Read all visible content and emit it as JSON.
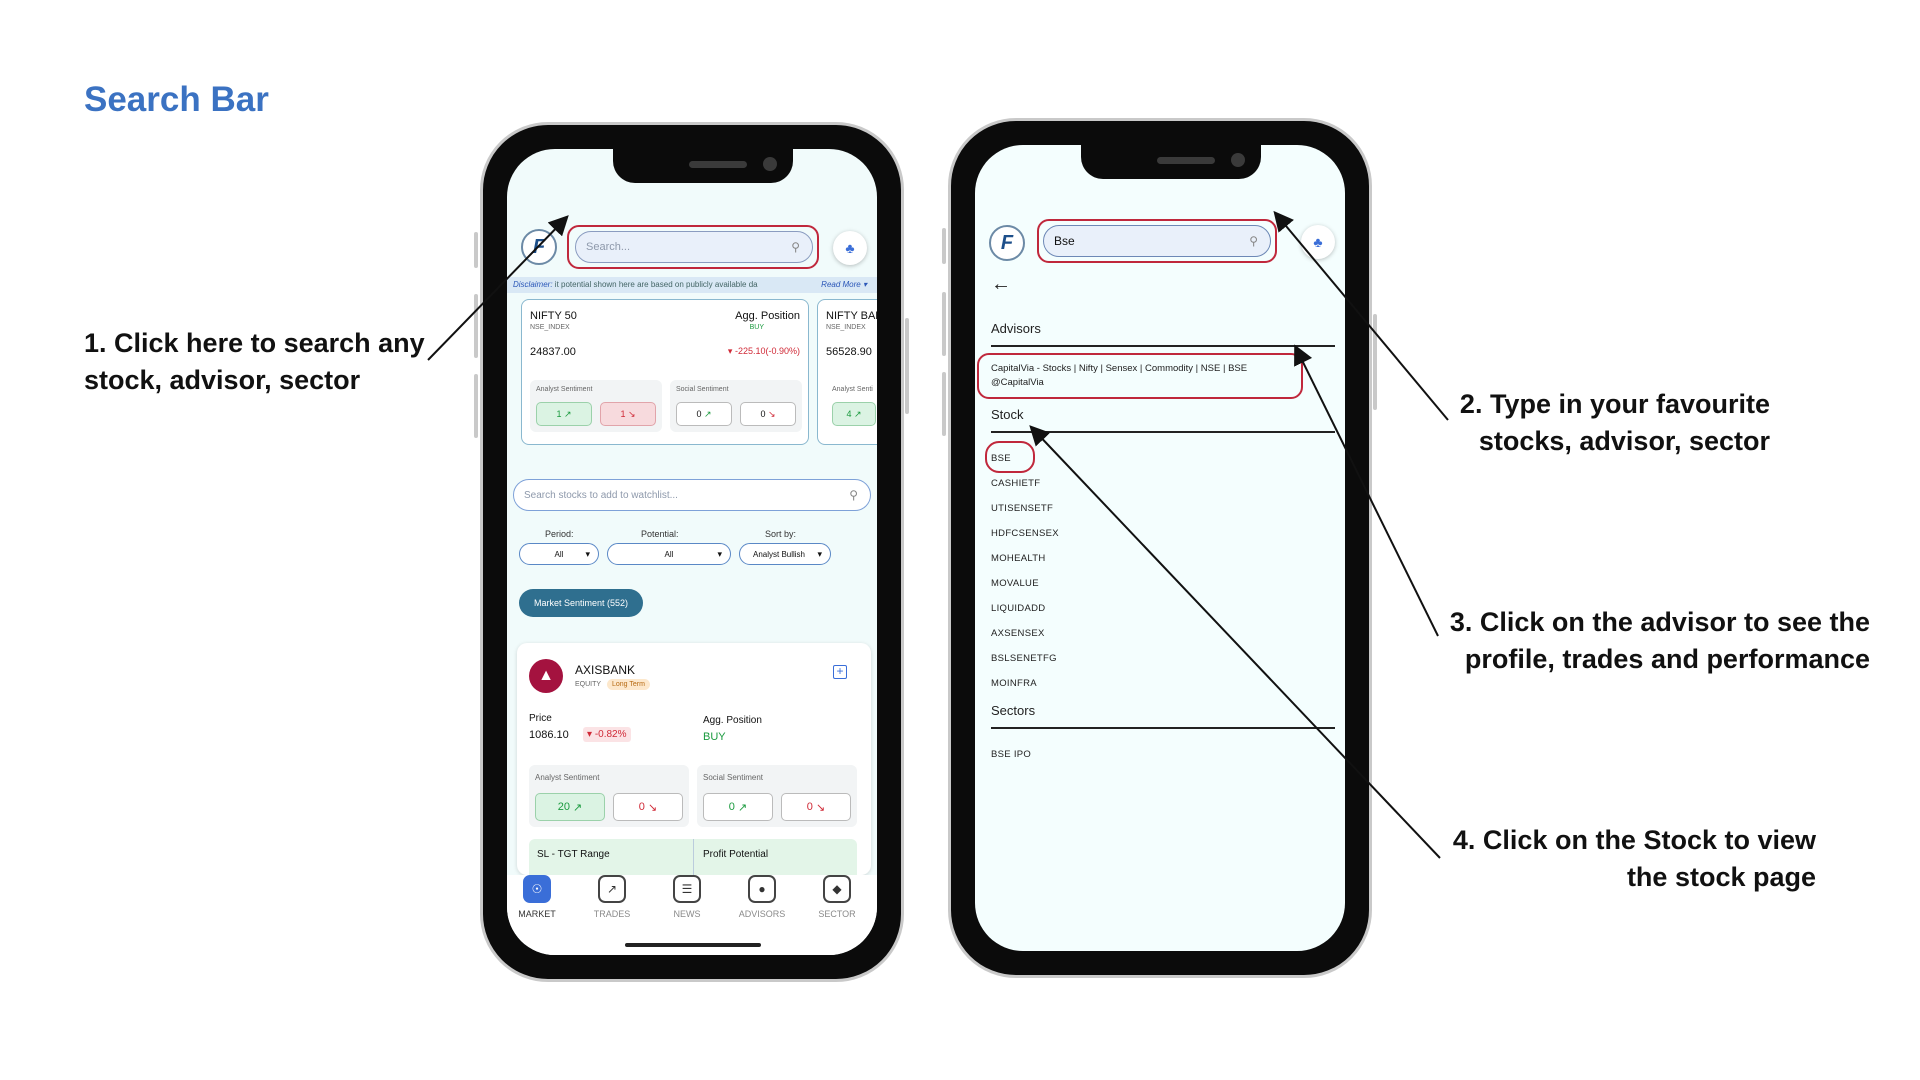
{
  "page_title": "Search Bar",
  "annotations": {
    "a1": [
      "1. Click here to search any",
      "stock, advisor, sector"
    ],
    "a2": [
      "2. Type in your favourite",
      "stocks, advisor, sector"
    ],
    "a3": [
      "3. Click on the advisor to see the",
      "profile, trades and performance"
    ],
    "a4": [
      "4. Click on the Stock to view",
      "the stock page"
    ]
  },
  "phone1": {
    "search_placeholder": "Search...",
    "disclaimer_label": "Disclaimer:",
    "disclaimer_text": "it potential shown here are based on publicly available da",
    "read_more": "Read More",
    "index_cards": [
      {
        "name": "NIFTY 50",
        "sub": "NSE_INDEX",
        "value": "24837.00",
        "agg_label": "Agg. Position",
        "agg": "BUY",
        "change": "-225.10(-0.90%)",
        "analyst_label": "Analyst Sentiment",
        "social_label": "Social Sentiment",
        "a_up": "1",
        "a_down": "1",
        "s_up": "0",
        "s_down": "0"
      },
      {
        "name": "NIFTY BAN",
        "sub": "NSE_INDEX",
        "value": "56528.90",
        "analyst_label": "Analyst Senti",
        "a_up": "4"
      }
    ],
    "watchlist_placeholder": "Search stocks to add to watchlist...",
    "filters": {
      "period_label": "Period:",
      "period_value": "All",
      "potential_label": "Potential:",
      "potential_value": "All",
      "sort_label": "Sort by:",
      "sort_value": "Analyst Bullish"
    },
    "market_sentiment": "Market Sentiment (552)",
    "stock_card": {
      "name": "AXISBANK",
      "type": "EQUITY",
      "term": "Long Term",
      "price_label": "Price",
      "price": "1086.10",
      "change": "-0.82%",
      "agg_label": "Agg. Position",
      "agg": "BUY",
      "analyst_label": "Analyst Sentiment",
      "social_label": "Social Sentiment",
      "a_up": "20",
      "a_down": "0",
      "s_up": "0",
      "s_down": "0",
      "sl_label": "SL - TGT Range",
      "profit_label": "Profit Potential"
    },
    "nav": [
      "MARKET",
      "TRADES",
      "NEWS",
      "ADVISORS",
      "SECTOR"
    ]
  },
  "phone2": {
    "search_value": "Bse",
    "advisors_heading": "Advisors",
    "advisor_name": "CapitalVia - Stocks | Nifty | Sensex | Commodity | NSE | BSE",
    "advisor_handle": "@CapitalVia",
    "stock_heading": "Stock",
    "stocks": [
      "BSE",
      "CASHIETF",
      "UTISENSETF",
      "HDFCSENSEX",
      "MOHEALTH",
      "MOVALUE",
      "LIQUIDADD",
      "AXSENSEX",
      "BSLSENETFG",
      "MOINFRA"
    ],
    "sectors_heading": "Sectors",
    "sectors": [
      "BSE IPO"
    ]
  },
  "colors": {
    "title": "#3b72c2",
    "highlight": "#c0283c",
    "accent": "#3a6ed8",
    "buy": "#1a9a3e",
    "sell": "#d02a37"
  }
}
